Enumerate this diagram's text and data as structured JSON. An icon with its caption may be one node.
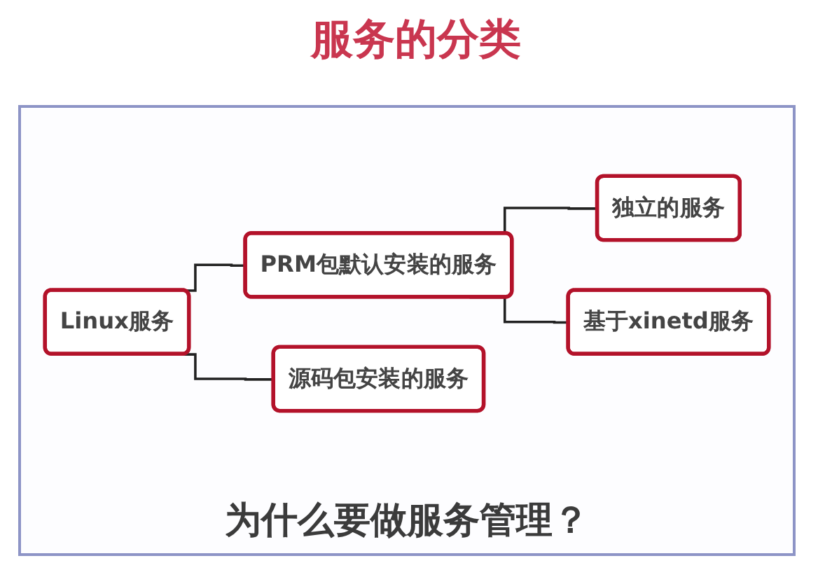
{
  "diagram": {
    "title": "服务的分类",
    "nodes": [
      {
        "text": [
          "Linux服务"
        ]
      },
      {
        "text": [
          "PRM包默认安装的服务"
        ]
      },
      {
        "text": [
          "源码包安装的服务"
        ]
      },
      {
        "text": [
          "独立的服务"
        ]
      },
      {
        "text": [
          "基于xinetd服务"
        ]
      }
    ],
    "edges": [
      {
        "from": 0,
        "to": 1,
        "arrow": "none"
      },
      {
        "from": 0,
        "to": 2,
        "arrow": "none"
      },
      {
        "from": 1,
        "to": 3,
        "arrow": "none"
      },
      {
        "from": 1,
        "to": 4,
        "arrow": "none"
      }
    ],
    "labels": [
      "为什么要做服务管理？"
    ]
  }
}
